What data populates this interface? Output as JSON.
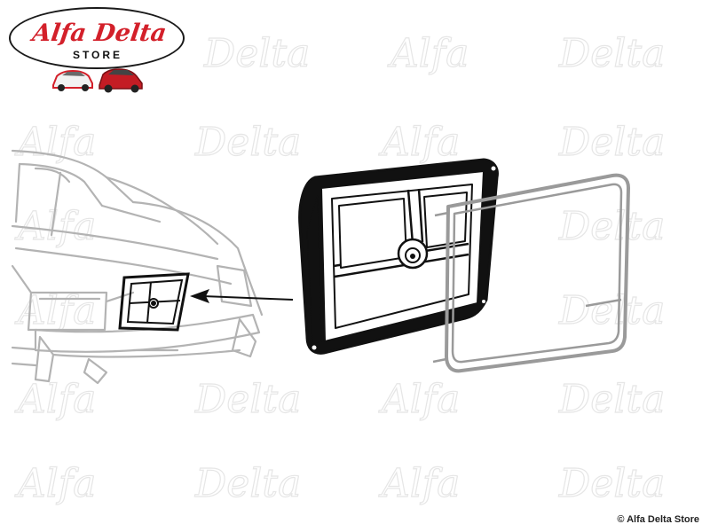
{
  "logo": {
    "brand_text": "Alfa Delta",
    "subtitle": "STORE",
    "brand_color": "#d3202a"
  },
  "watermark": {
    "text_a": "Alfa",
    "text_b": "Delta",
    "color": "#e6e6e6"
  },
  "illustration": {
    "car_outline_color": "#b3b3b3",
    "part_outline_color": "#111111",
    "gasket_color": "#9a9a9a"
  },
  "copyright": "© Alfa Delta Store"
}
